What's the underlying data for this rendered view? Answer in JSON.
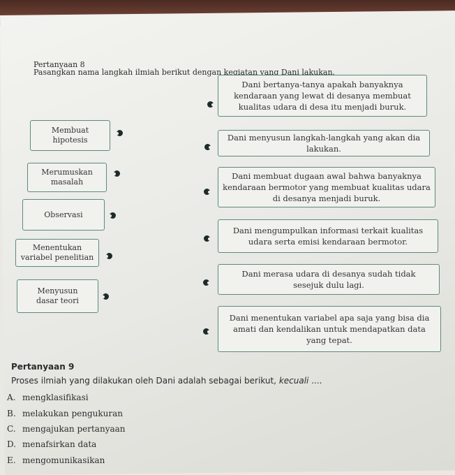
{
  "q8": {
    "title": "Pertanyaan 8",
    "instruction": "Pasangkan nama langkah ilmiah berikut dengan kegiatan yang Dani lakukan.",
    "left_items": [
      "Membuat hipotesis",
      "Merumuskan masalah",
      "Observasi",
      "Menentukan variabel penelitian",
      "Menyusun dasar teori"
    ],
    "right_items": [
      "Dani bertanya-tanya apakah banyaknya kendaraan yang lewat di desanya membuat kualitas udara di desa itu menjadi buruk.",
      "Dani menyusun langkah-langkah yang akan dia lakukan.",
      "Dani membuat dugaan awal bahwa banyaknya kendaraan bermotor yang membuat kualitas udara di desanya menjadi buruk.",
      "Dani mengumpulkan informasi terkait kualitas udara serta emisi kendaraan bermotor.",
      "Dani merasa udara di desanya sudah tidak sesejuk dulu lagi.",
      "Dani menentukan variabel apa saja yang bisa dia amati dan kendalikan untuk mendapatkan data yang tepat."
    ]
  },
  "q9": {
    "title": "Pertanyaan 9",
    "question": "Proses ilmiah yang dilakukan oleh Dani adalah sebagai berikut,",
    "question_emph": "kecuali",
    "question_tail": " ....",
    "options": [
      {
        "letter": "A.",
        "text": "mengklasifikasi"
      },
      {
        "letter": "B.",
        "text": "melakukan pengukuran"
      },
      {
        "letter": "C.",
        "text": "mengajukan pertanyaan"
      },
      {
        "letter": "D.",
        "text": "menafsirkan data"
      },
      {
        "letter": "E.",
        "text": "mengomunikasikan"
      }
    ]
  }
}
